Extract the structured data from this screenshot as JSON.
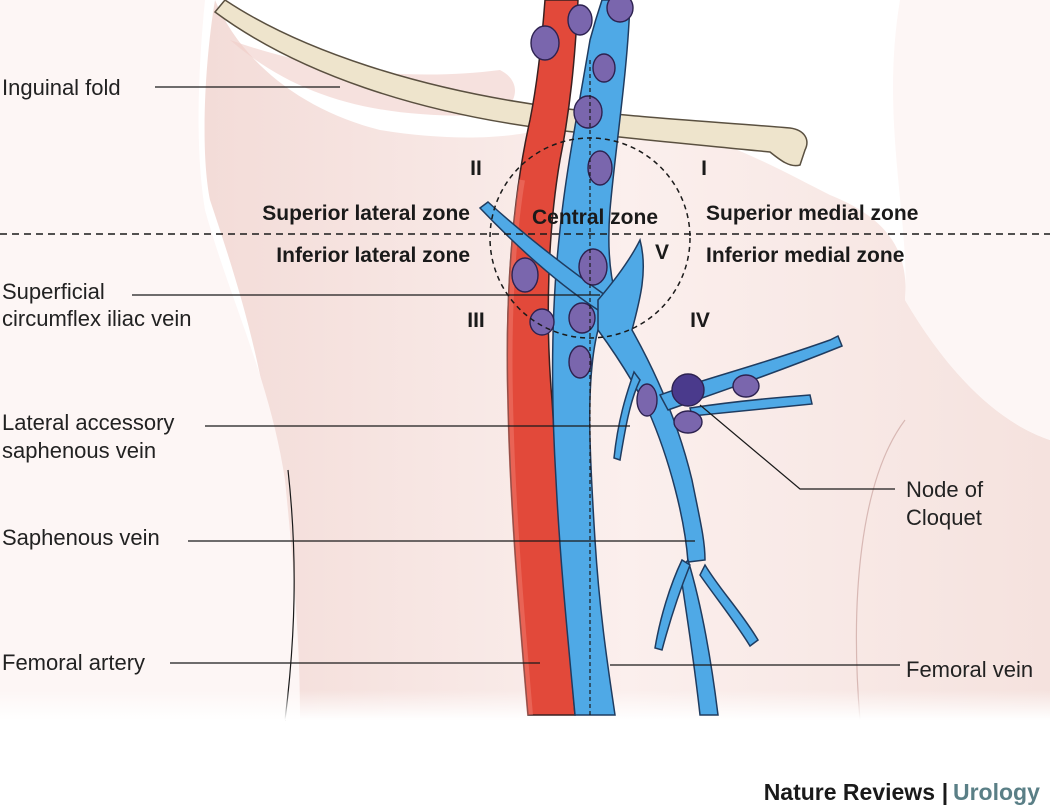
{
  "labels": {
    "inguinal_fold": "Inguinal fold",
    "superficial_circumflex_1": "Superficial",
    "superficial_circumflex_2": "circumflex iliac vein",
    "lateral_accessory_1": "Lateral accessory",
    "lateral_accessory_2": "saphenous vein",
    "saphenous_vein": "Saphenous vein",
    "femoral_artery": "Femoral artery",
    "femoral_vein": "Femoral vein",
    "node_of_cloquet_1": "Node of",
    "node_of_cloquet_2": "Cloquet"
  },
  "zones": {
    "superior_lateral": "Superior lateral zone",
    "superior_medial": "Superior medial zone",
    "inferior_lateral": "Inferior lateral zone",
    "inferior_medial": "Inferior medial zone",
    "central": "Central zone"
  },
  "roman": {
    "i": "I",
    "ii": "II",
    "iii": "III",
    "iv": "IV",
    "v": "V"
  },
  "credit": {
    "journal": "Nature Reviews",
    "separator": "|",
    "section": "Urology"
  },
  "colors": {
    "skin": "#f8e7e4",
    "artery": "#e2493a",
    "vein": "#4fa9e6",
    "lymph_node": "#7a66ad",
    "credit_accent": "#5a7f86"
  }
}
